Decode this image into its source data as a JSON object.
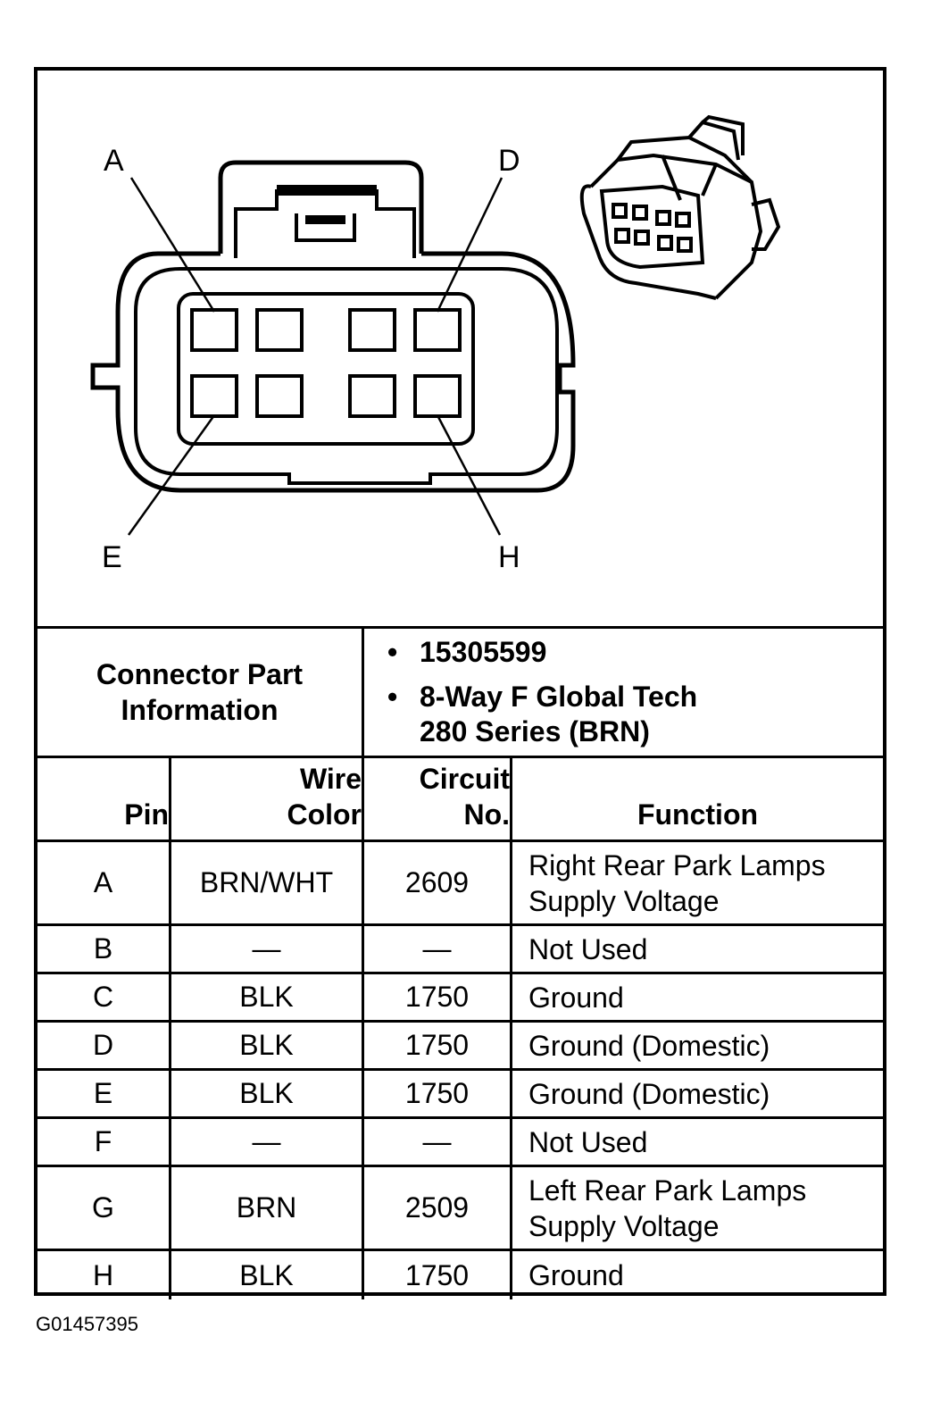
{
  "connector_diagram": {
    "pin_labels": {
      "top_left": "A",
      "top_right": "D",
      "bottom_left": "E",
      "bottom_right": "H"
    }
  },
  "connector_info": {
    "label_line1": "Connector Part",
    "label_line2": "Information",
    "part_number": "15305599",
    "description_line1": "8-Way F Global Tech",
    "description_line2": "280 Series (BRN)",
    "bullet": "•"
  },
  "table": {
    "headers": {
      "pin": "Pin",
      "wire_color_line1": "Wire",
      "wire_color_line2": "Color",
      "circuit_line1": "Circuit",
      "circuit_line2": "No.",
      "function": "Function"
    },
    "rows": [
      {
        "pin": "A",
        "wire_color": "BRN/WHT",
        "circuit": "2609",
        "function_line1": "Right Rear Park Lamps",
        "function_line2": "Supply Voltage"
      },
      {
        "pin": "B",
        "wire_color": "—",
        "circuit": "—",
        "function_line1": "Not Used",
        "function_line2": ""
      },
      {
        "pin": "C",
        "wire_color": "BLK",
        "circuit": "1750",
        "function_line1": "Ground",
        "function_line2": ""
      },
      {
        "pin": "D",
        "wire_color": "BLK",
        "circuit": "1750",
        "function_line1": "Ground (Domestic)",
        "function_line2": ""
      },
      {
        "pin": "E",
        "wire_color": "BLK",
        "circuit": "1750",
        "function_line1": "Ground (Domestic)",
        "function_line2": ""
      },
      {
        "pin": "F",
        "wire_color": "—",
        "circuit": "—",
        "function_line1": "Not Used",
        "function_line2": ""
      },
      {
        "pin": "G",
        "wire_color": "BRN",
        "circuit": "2509",
        "function_line1": "Left Rear Park Lamps",
        "function_line2": "Supply Voltage"
      },
      {
        "pin": "H",
        "wire_color": "BLK",
        "circuit": "1750",
        "function_line1": "Ground",
        "function_line2": ""
      }
    ]
  },
  "figure_id": "G01457395"
}
